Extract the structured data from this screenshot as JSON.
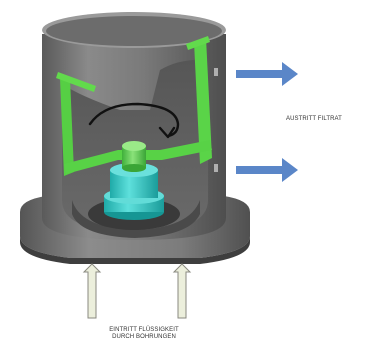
{
  "diagram": {
    "labels": {
      "outlet": "AUSTRITT FILTRAT",
      "inlet_line1": "EINTRITT FLÜSSIGKEIT",
      "inlet_line2": "DURCH BOHRUNGEN"
    },
    "colors": {
      "housing": "#6f6f6f",
      "housing_dark": "#4a4a4a",
      "housing_light": "#9a9a9a",
      "filter_element": "#5fd64a",
      "center_post": "#3cc8c4",
      "center_post_top": "#6fd65c",
      "outlet_arrow": "#5a86c8",
      "inlet_arrow": "#e8ead8",
      "rotation_arrow": "#1a1a1a"
    },
    "icons": {
      "rotation": "curved-arrow-icon",
      "outlet": "arrow-right-icon",
      "inlet": "arrow-up-icon"
    }
  }
}
